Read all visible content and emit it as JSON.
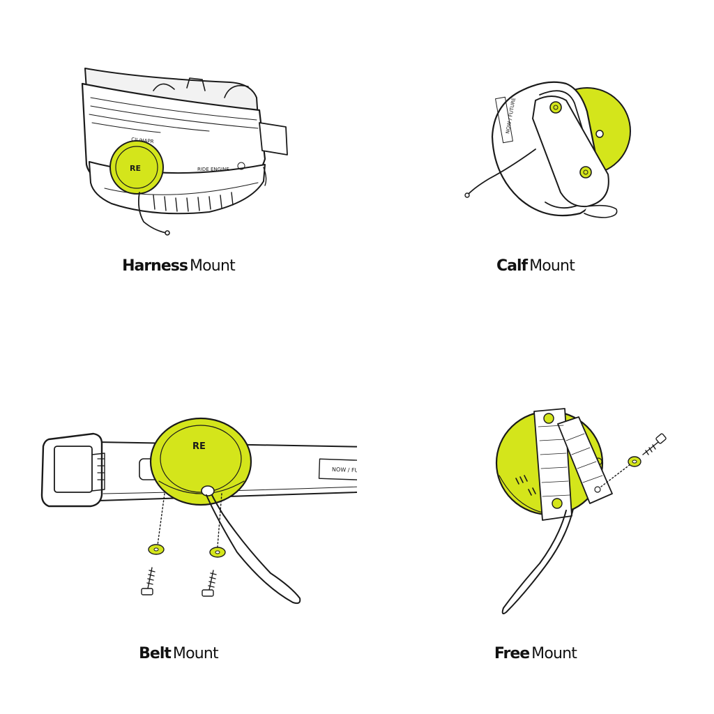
{
  "accent_color": "#d4e51b",
  "ink_color": "#1a1a1a",
  "mounts": [
    {
      "id": "harness",
      "title_bold": "Harness",
      "title_rest": "Mount",
      "illustration_texts": [
        "CIL/HAPR",
        "RIDE ENGINE",
        "RE"
      ]
    },
    {
      "id": "calf",
      "title_bold": "Calf",
      "title_rest": "Mount",
      "illustration_texts": [
        "NOW / FUTURE"
      ]
    },
    {
      "id": "belt",
      "title_bold": "Belt",
      "title_rest": "Mount",
      "illustration_texts": [
        "NOW / FUTURE",
        "RE"
      ]
    },
    {
      "id": "free",
      "title_bold": "Free",
      "title_rest": "Mount",
      "illustration_texts": []
    }
  ]
}
